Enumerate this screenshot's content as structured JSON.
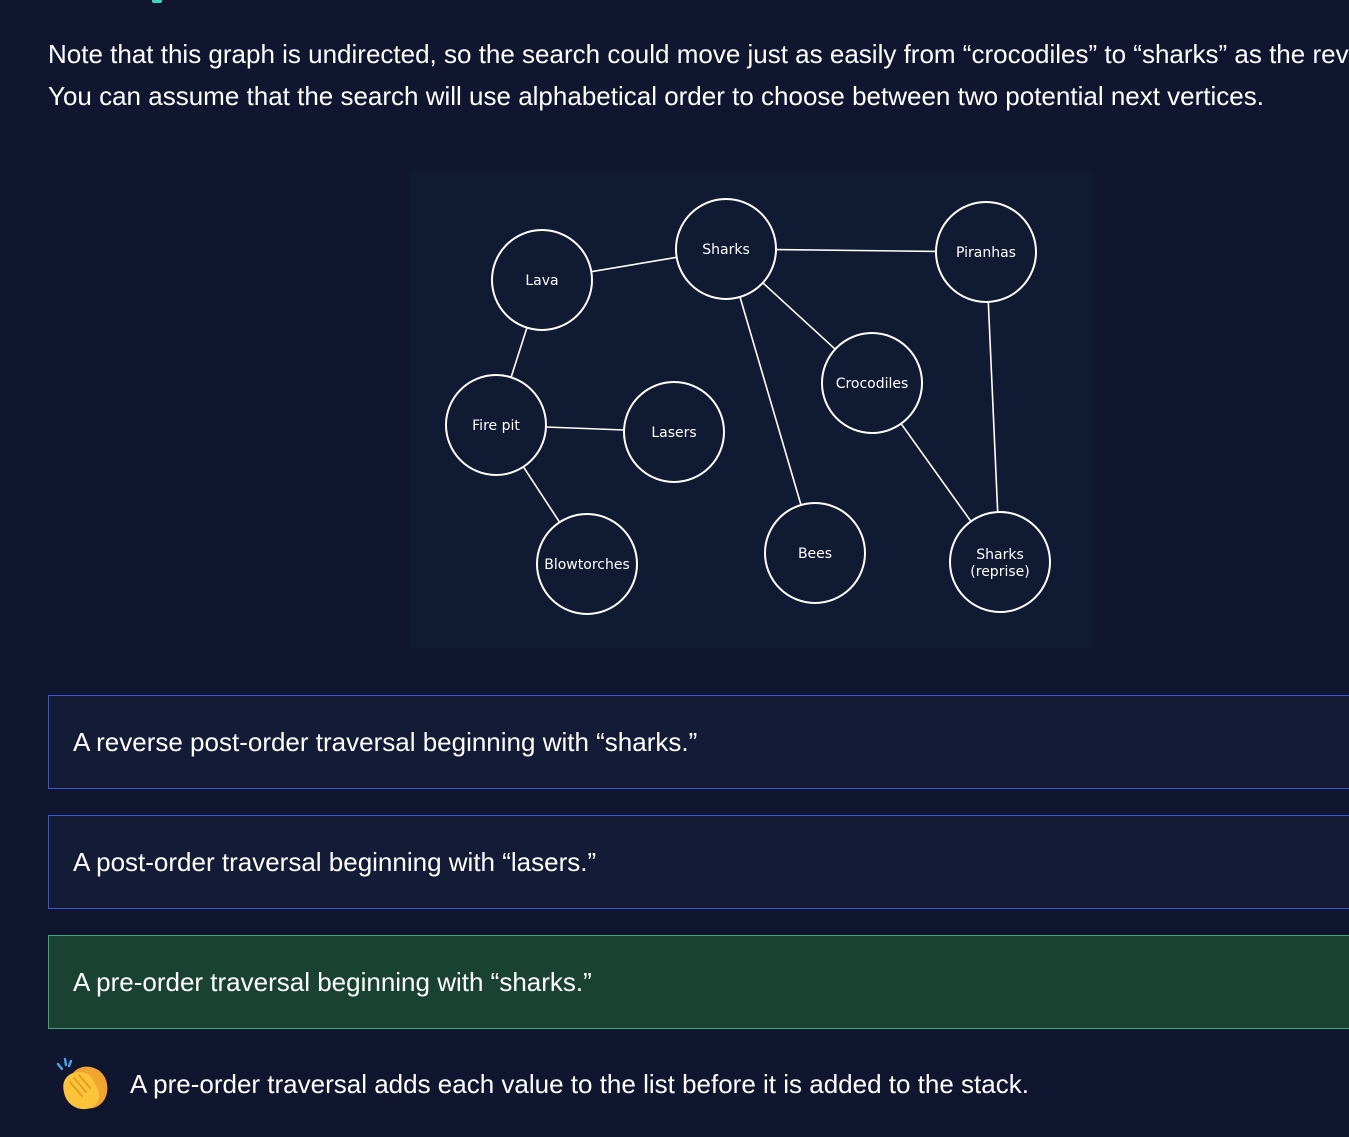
{
  "intro": {
    "line1": "Note that this graph is undirected, so the search could move just as easily from “crocodiles” to “sharks” as the reverse.",
    "line2": "You can assume that the search will use alphabetical order to choose between two potential next vertices."
  },
  "graph": {
    "nodes": [
      {
        "id": "sharks",
        "label": "Sharks"
      },
      {
        "id": "lava",
        "label": "Lava"
      },
      {
        "id": "piranhas",
        "label": "Piranhas"
      },
      {
        "id": "crocodiles",
        "label": "Crocodiles"
      },
      {
        "id": "firepit",
        "label": "Fire pit"
      },
      {
        "id": "lasers",
        "label": "Lasers"
      },
      {
        "id": "blowtorches",
        "label": "Blowtorches"
      },
      {
        "id": "bees",
        "label": "Bees"
      },
      {
        "id": "sharks_reprise",
        "label": "Sharks",
        "label2": "(reprise)"
      }
    ],
    "edges": [
      [
        "lava",
        "sharks"
      ],
      [
        "sharks",
        "piranhas"
      ],
      [
        "sharks",
        "crocodiles"
      ],
      [
        "sharks",
        "bees"
      ],
      [
        "lava",
        "firepit"
      ],
      [
        "firepit",
        "lasers"
      ],
      [
        "firepit",
        "blowtorches"
      ],
      [
        "crocodiles",
        "sharks_reprise"
      ],
      [
        "piranhas",
        "sharks_reprise"
      ]
    ]
  },
  "options": [
    {
      "text": "A reverse post-order traversal beginning with “sharks.”",
      "state": "default"
    },
    {
      "text": "A post-order traversal beginning with “lasers.”",
      "state": "default"
    },
    {
      "text": "A pre-order traversal beginning with “sharks.”",
      "state": "correct"
    }
  ],
  "feedback": {
    "icon": "clapping-hands-icon",
    "text": "A pre-order traversal adds each value to the list before it is added to the stack."
  },
  "colors": {
    "background": "#10162f",
    "option_border": "#3a56d4",
    "correct_background": "#1a4233",
    "correct_border": "#3aa77a",
    "accent": "#3fd6c0"
  }
}
